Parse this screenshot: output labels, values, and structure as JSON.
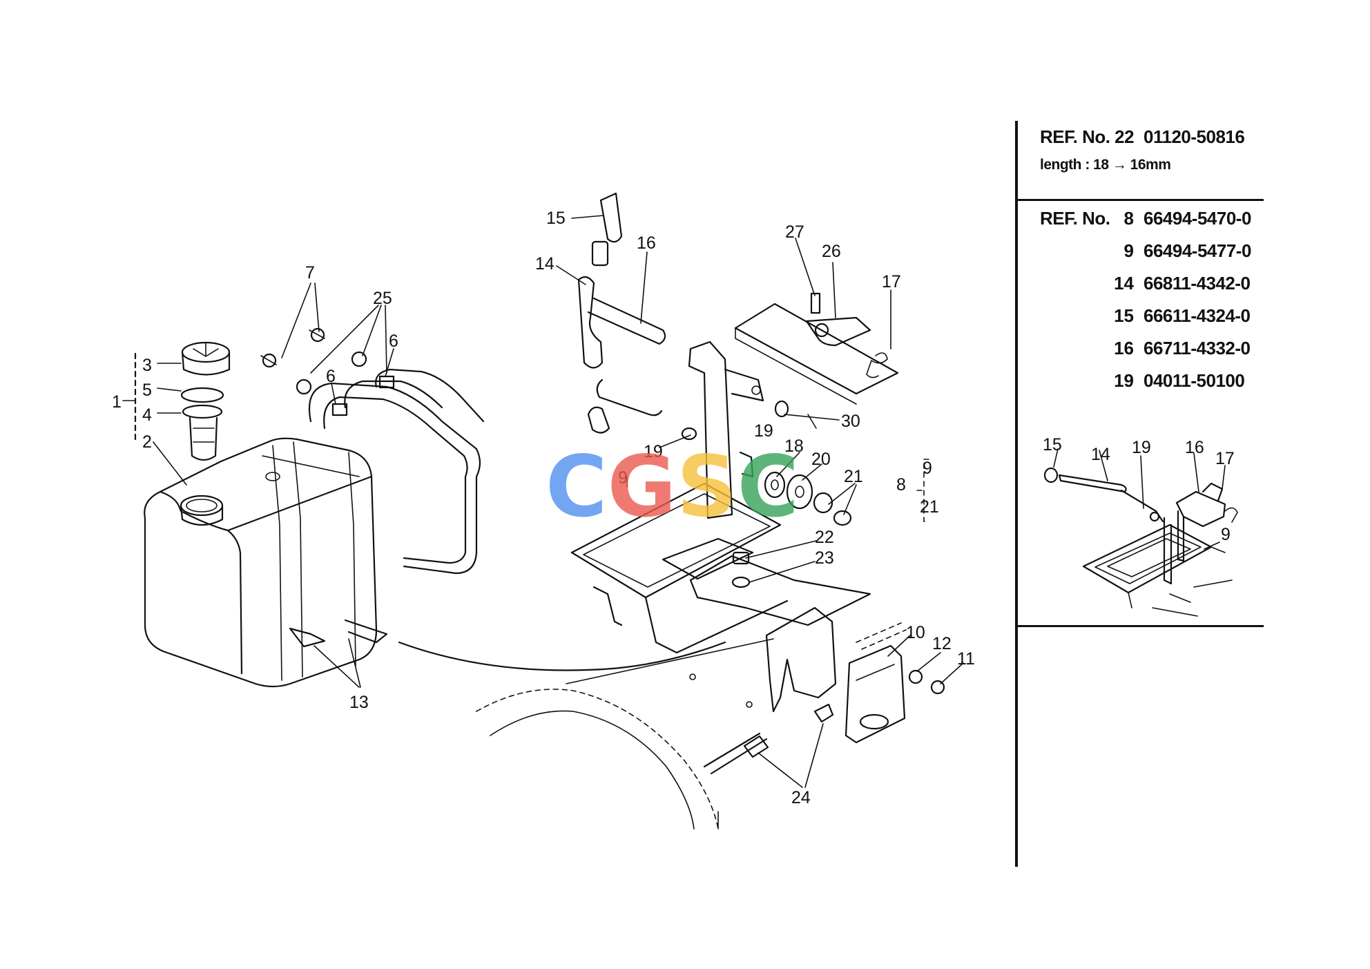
{
  "callouts": {
    "c1": "1",
    "c2": "2",
    "c3": "3",
    "c4": "4",
    "c5": "5",
    "c6a": "6",
    "c6b": "6",
    "c7": "7",
    "c8": "8",
    "c9a": "9",
    "c9b": "9",
    "c10": "10",
    "c11": "11",
    "c12": "12",
    "c13": "13",
    "c14": "14",
    "c15": "15",
    "c16": "16",
    "c17": "17",
    "c18": "18",
    "c19a": "19",
    "c19b": "19",
    "c20": "20",
    "c21": "21",
    "c22": "22",
    "c23": "23",
    "c24": "24",
    "c25": "25",
    "c26": "26",
    "c27": "27",
    "c30": "30",
    "group8_top": "9",
    "group8_bottom": "21"
  },
  "ref_panel": {
    "ref22_label": "REF. No. 22",
    "ref22_code": "01120-50816",
    "ref22_note": "length : 18 → 16mm",
    "ref_label": "REF. No.",
    "rows": [
      {
        "num": "8",
        "code": "66494-5470-0"
      },
      {
        "num": "9",
        "code": "66494-5477-0"
      },
      {
        "num": "14",
        "code": "66811-4342-0"
      },
      {
        "num": "15",
        "code": "66611-4324-0"
      },
      {
        "num": "16",
        "code": "66711-4332-0"
      },
      {
        "num": "19",
        "code": "04011-50100"
      }
    ],
    "detail_labels": {
      "d15": "15",
      "d14": "14",
      "d19": "19",
      "d16": "16",
      "d17": "17",
      "d9": "9"
    }
  },
  "watermark": {
    "letters": [
      "C",
      "G",
      "S",
      "C"
    ],
    "colors": [
      "#4f8ff0",
      "#ea5a4f",
      "#f6c13c",
      "#37a35a"
    ]
  }
}
